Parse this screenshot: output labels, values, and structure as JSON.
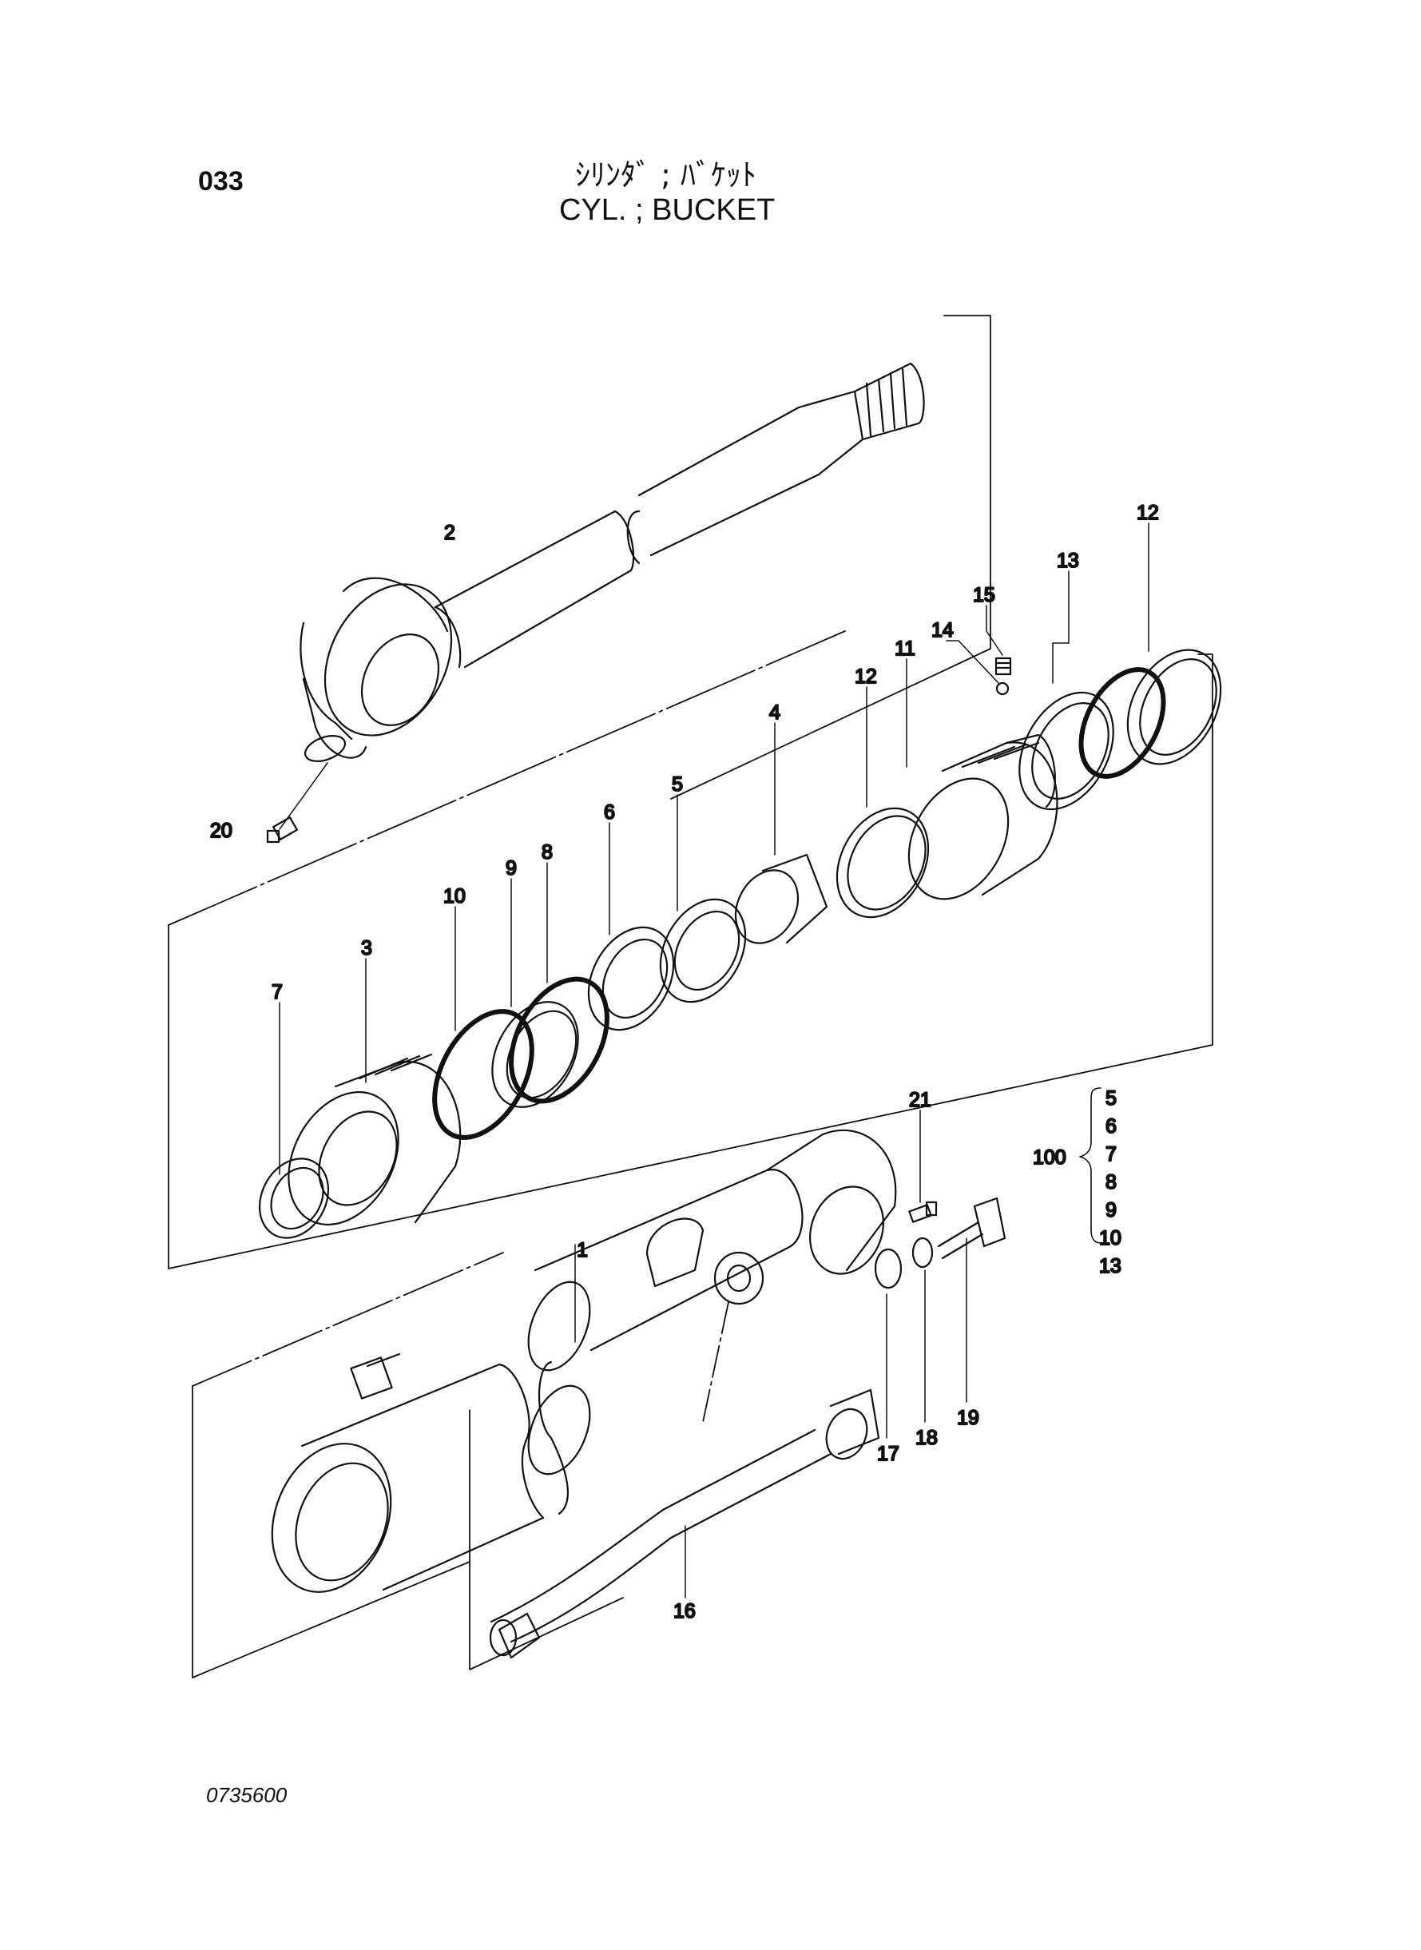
{
  "header": {
    "page_code": "033",
    "title_jp": "ｼﾘﾝﾀﾞ ; ﾊﾞｹｯﾄ",
    "title_en": "CYL. ; BUCKET"
  },
  "footer": {
    "drawing_code": "0735600"
  },
  "callouts": {
    "c1": "1",
    "c2": "2",
    "c3": "3",
    "c4": "4",
    "c5": "5",
    "c6": "6",
    "c7": "7",
    "c8": "8",
    "c9": "9",
    "c10": "10",
    "c11": "11",
    "c12a": "12",
    "c12b": "12",
    "c13": "13",
    "c14": "14",
    "c15": "15",
    "c16": "16",
    "c17": "17",
    "c18": "18",
    "c19": "19",
    "c20": "20",
    "c21": "21"
  },
  "kit": {
    "label": "100",
    "items": [
      "5",
      "6",
      "7",
      "8",
      "9",
      "10",
      "13"
    ]
  }
}
